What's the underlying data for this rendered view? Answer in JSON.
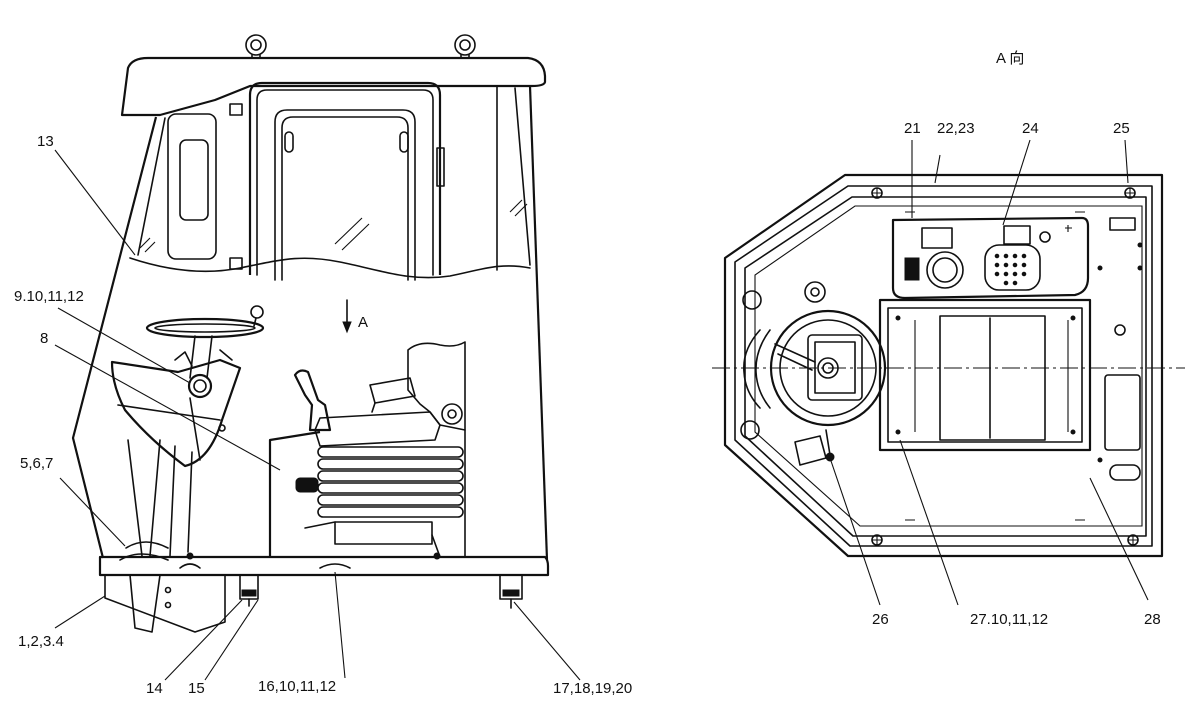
{
  "side_view": {
    "callouts": [
      "13",
      "9.10,11,12",
      "8",
      "5,6,7",
      "1,2,3.4",
      "14",
      "15",
      "16,10,11,12",
      "17,18,19,20"
    ],
    "view_direction_label": "A"
  },
  "plan_view": {
    "title": "A 向",
    "callouts": [
      "21",
      "22,23",
      "24",
      "25",
      "26",
      "27.10,11,12",
      "28"
    ]
  }
}
